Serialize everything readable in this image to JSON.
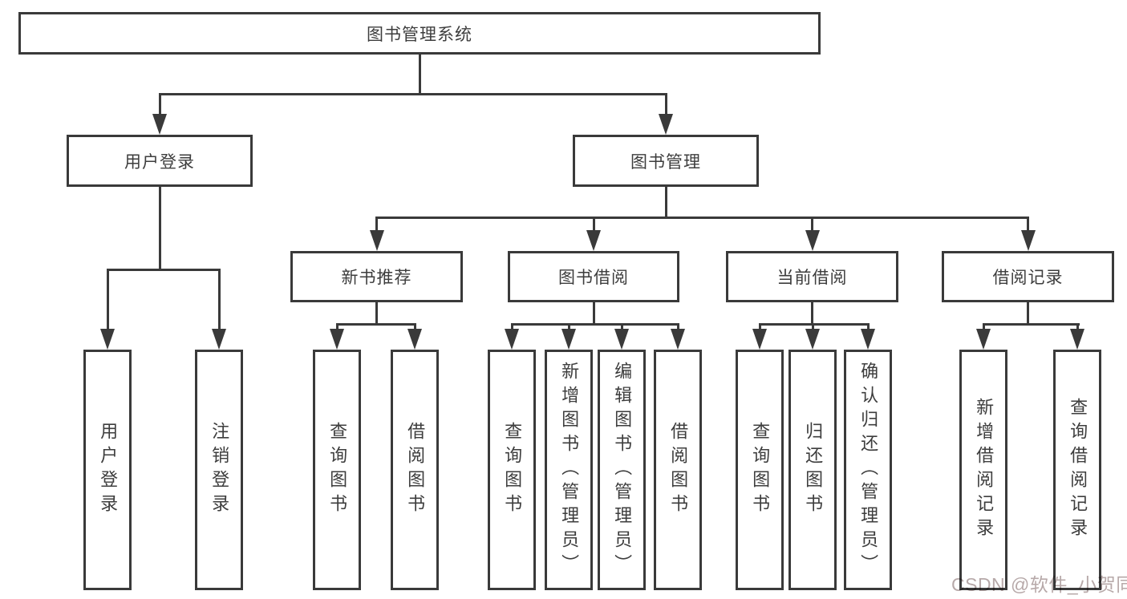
{
  "root": {
    "label": "图书管理系统"
  },
  "nodes": {
    "user_login": {
      "label": "用户登录"
    },
    "book_mgmt": {
      "label": "图书管理"
    },
    "new_books": {
      "label": "新书推荐"
    },
    "book_borrow": {
      "label": "图书借阅"
    },
    "current_borrow": {
      "label": "当前借阅"
    },
    "borrow_records": {
      "label": "借阅记录"
    }
  },
  "leaves": {
    "user_login": [
      "用户登录",
      "注销登录"
    ],
    "new_books": [
      "查询图书",
      "借阅图书"
    ],
    "book_borrow": [
      "查询图书",
      "新增图书（管理员）",
      "编辑图书（管理员）",
      "借阅图书"
    ],
    "current_borrow": [
      "查询图书",
      "归还图书",
      "确认归还（管理员）"
    ],
    "borrow_records": [
      "新增借阅记录",
      "查询借阅记录"
    ]
  },
  "watermark": {
    "text": "CSDN @软件_小贺同学"
  },
  "colors": {
    "line": "#3a3a3a",
    "text": "#3d3d3d",
    "watermark": "#b7a9a9",
    "background": "#ffffff"
  }
}
